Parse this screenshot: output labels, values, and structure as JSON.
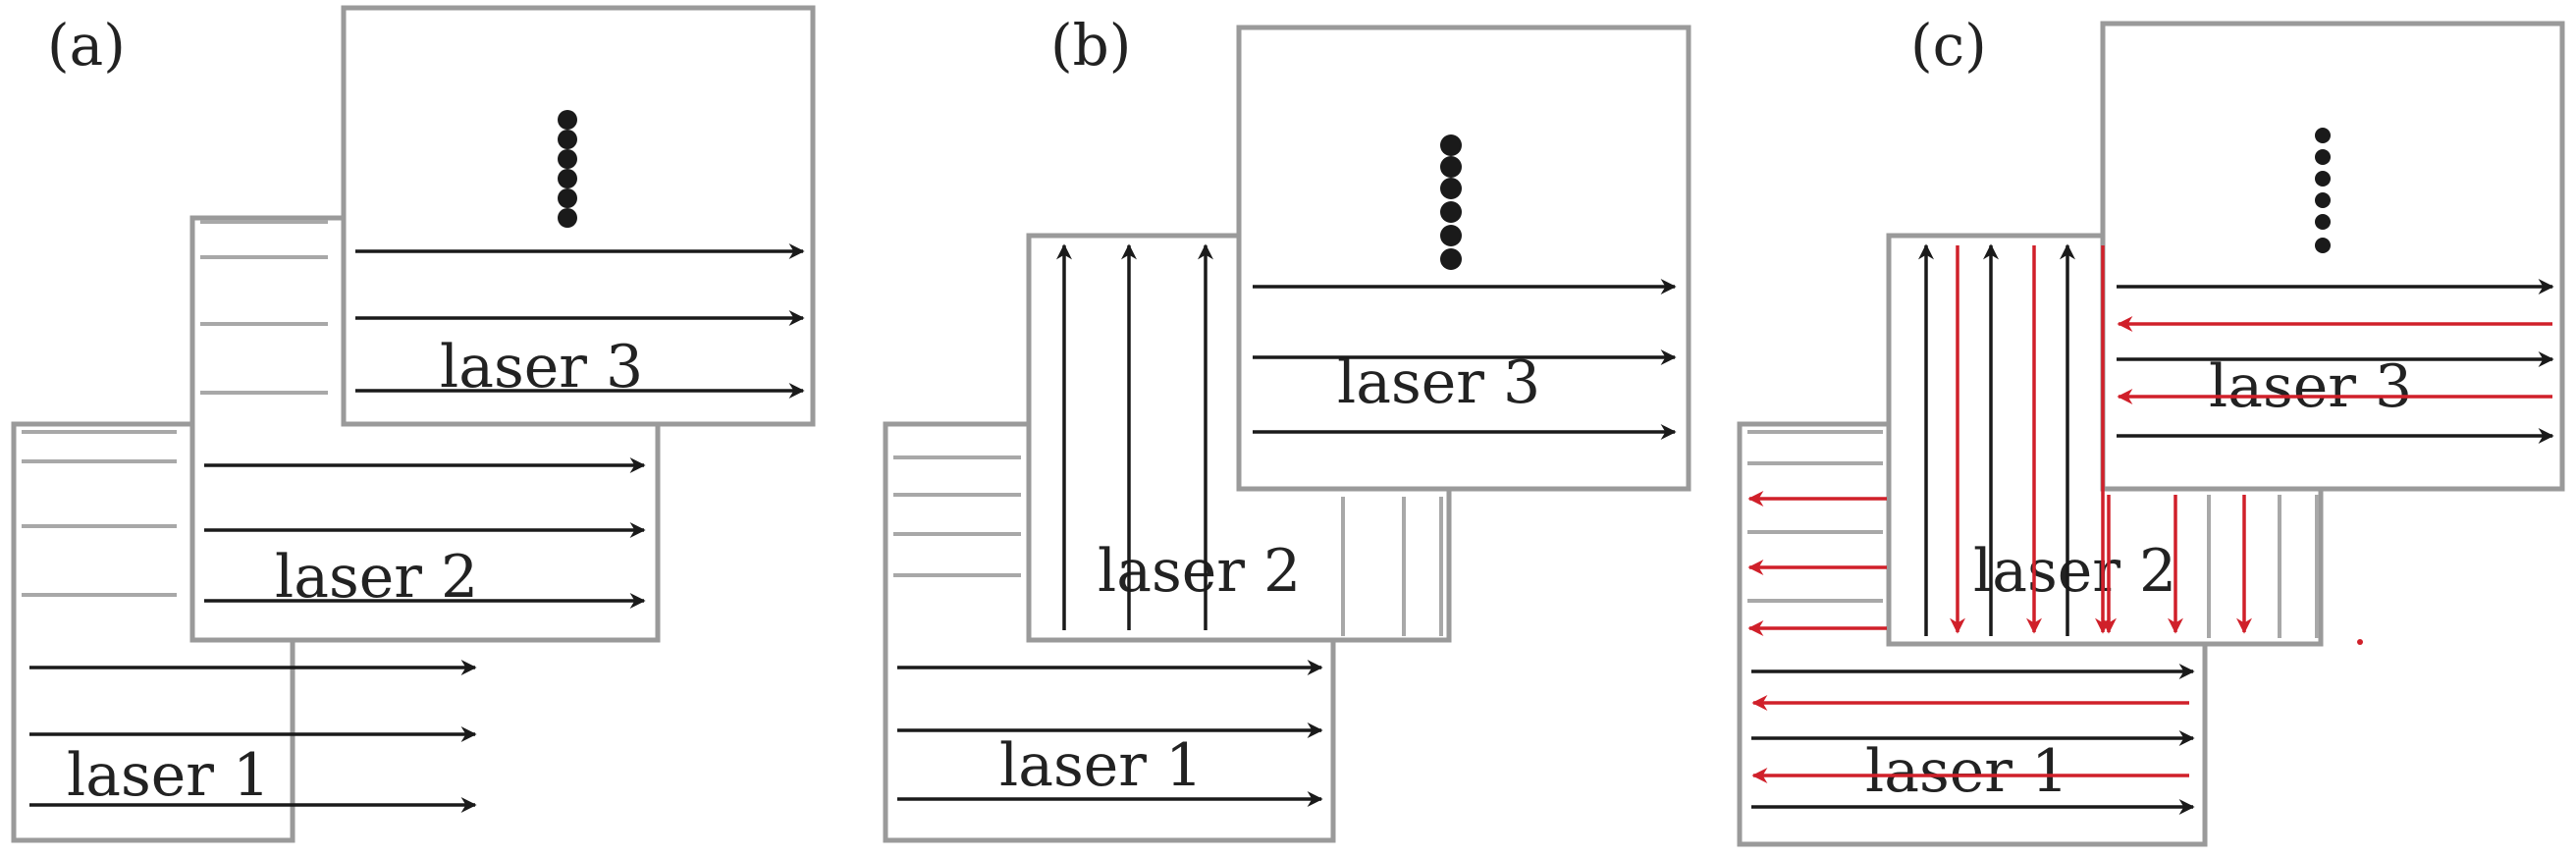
{
  "panels": [
    {
      "label": "(a)",
      "lasers": [
        "laser 1",
        "laser 2",
        "laser 3"
      ]
    },
    {
      "label": "(b)",
      "lasers": [
        "laser 1",
        "laser 2",
        "laser 3"
      ]
    },
    {
      "label": "(c)",
      "lasers": [
        "laser 1",
        "laser 2",
        "laser 3"
      ]
    }
  ],
  "colors": {
    "frame": "#9a9a9a",
    "arrow": "#1a1a1a",
    "reverse_arrow": "#d0202a",
    "dot": "#1a1a1a"
  }
}
